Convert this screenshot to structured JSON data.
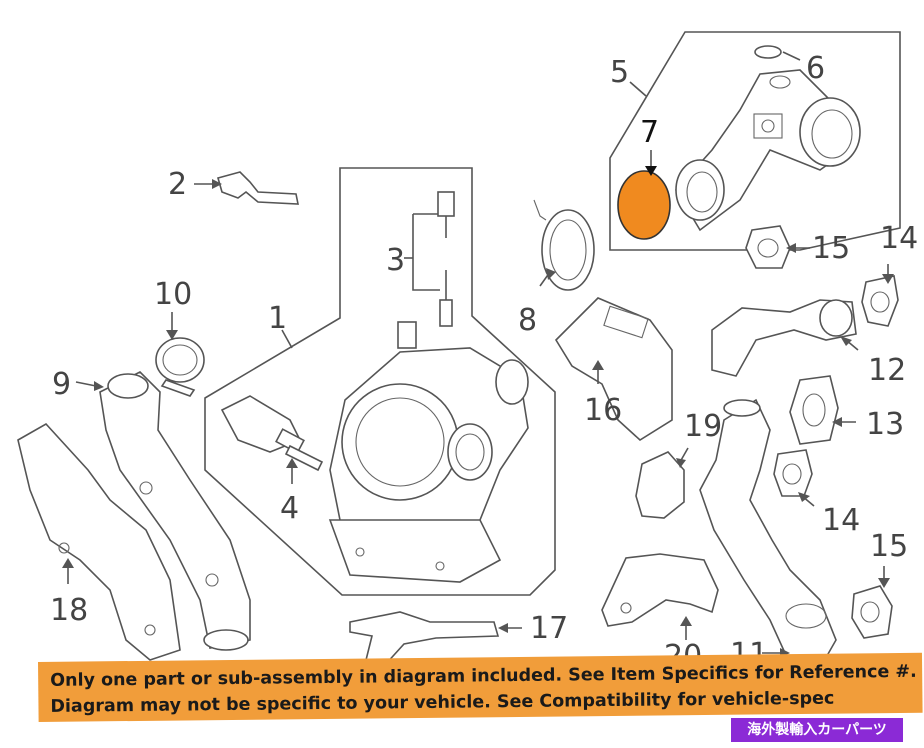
{
  "callouts": {
    "c1": "1",
    "c2": "2",
    "c3": "3",
    "c4": "4",
    "c5": "5",
    "c6": "6",
    "c7": "7",
    "c8": "8",
    "c9": "9",
    "c10": "10",
    "c11": "11",
    "c12": "12",
    "c13": "13",
    "c14a": "14",
    "c14b": "14",
    "c15a": "15",
    "c15b": "15",
    "c16": "16",
    "c17": "17",
    "c18": "18",
    "c19": "19",
    "c20": "20"
  },
  "highlight": {
    "callout": "7",
    "color": "#f08a1f"
  },
  "banner": {
    "line1": "Only one part or sub-assembly in diagram included. See Item Specifics for Reference #.",
    "line2": "Diagram may not be specific to your vehicle. See Compatibility for vehicle-spec",
    "color": "#f19d3a"
  },
  "badge": {
    "text": "海外製輸入カーパーツ",
    "color": "#8b2ad6"
  }
}
